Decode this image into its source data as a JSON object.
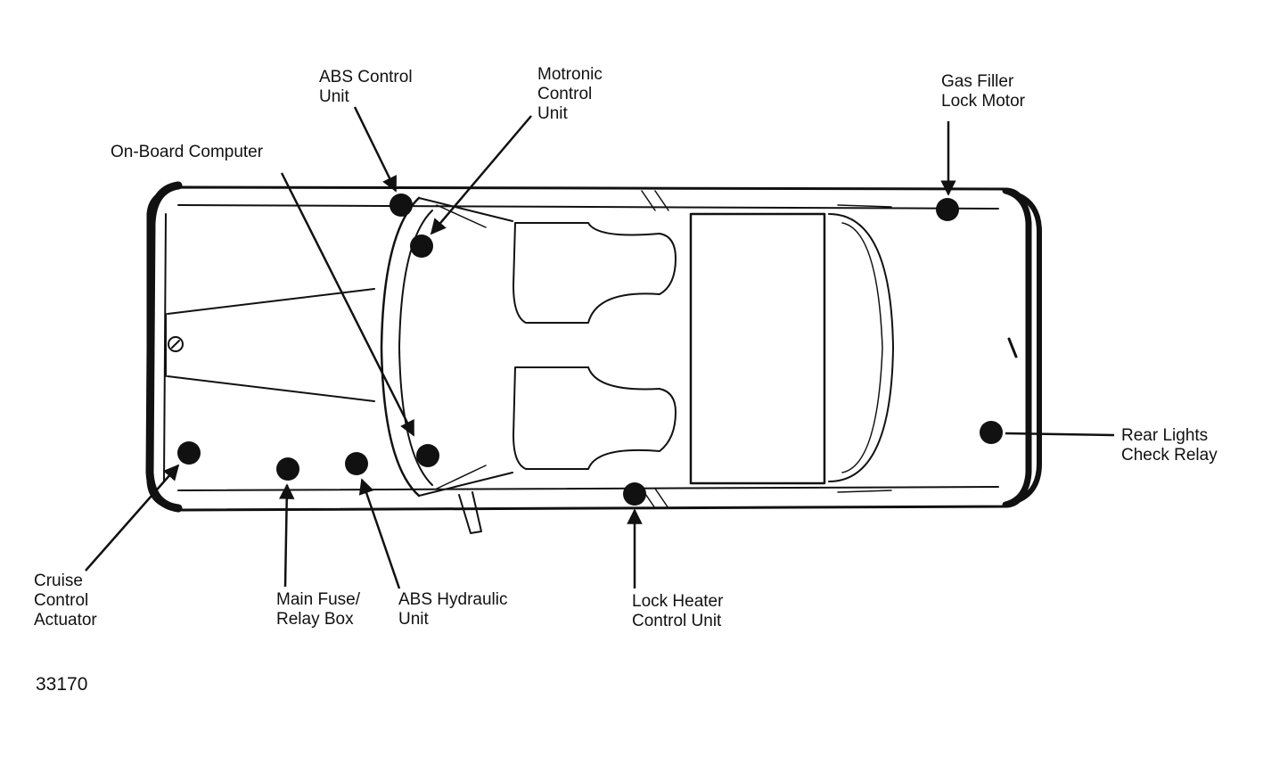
{
  "figure_number": "33170",
  "colors": {
    "ink": "#111111",
    "paper": "#ffffff"
  },
  "labels": {
    "abs_control_unit": [
      "ABS Control",
      "Unit"
    ],
    "motronic_control_unit": [
      "Motronic",
      "Control",
      "Unit"
    ],
    "on_board_computer": [
      "On-Board Computer"
    ],
    "gas_filler_lock_motor": [
      "Gas Filler",
      "Lock Motor"
    ],
    "rear_lights_check_relay": [
      "Rear Lights",
      "Check Relay"
    ],
    "cruise_control_actuator": [
      "Cruise",
      "Control",
      "Actuator"
    ],
    "main_fuse_relay_box": [
      "Main Fuse/",
      "Relay Box"
    ],
    "abs_hydraulic_unit": [
      "ABS Hydraulic",
      "Unit"
    ],
    "lock_heater_control_unit": [
      "Lock Heater",
      "Control Unit"
    ]
  }
}
